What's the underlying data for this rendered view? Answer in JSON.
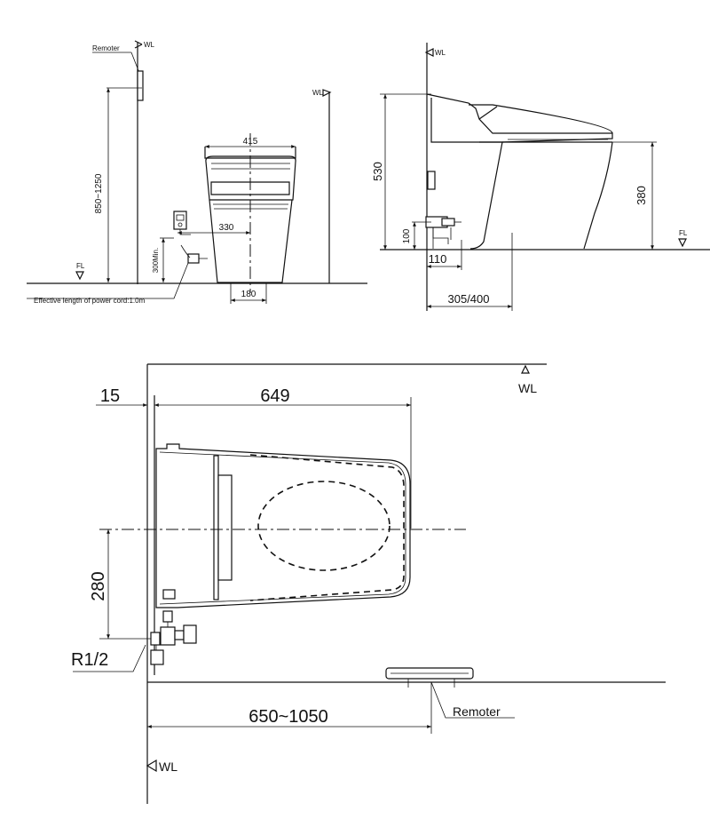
{
  "front_view": {
    "remoter_label": "Remoter",
    "wl_top": "WL",
    "wl_right": "WL",
    "fl": "FL",
    "dim_height": "850~1250",
    "dim_width": "415",
    "dim_330": "330",
    "dim_300": "300Min.",
    "dim_180": "180",
    "cord_note": "Effective length of power cord:1.0m"
  },
  "side_view": {
    "wl": "WL",
    "fl": "FL",
    "dim_total_height": "530",
    "dim_380": "380",
    "dim_100": "100",
    "dim_110": "110",
    "dim_305_400": "305/400"
  },
  "plan_view": {
    "wl_top": "WL",
    "wl_bottom": "WL",
    "dim_15": "15",
    "dim_649": "649",
    "dim_280": "280",
    "pipe_label": "R1/2",
    "dim_650_1050": "650~1050",
    "remoter_label": "Remoter"
  }
}
